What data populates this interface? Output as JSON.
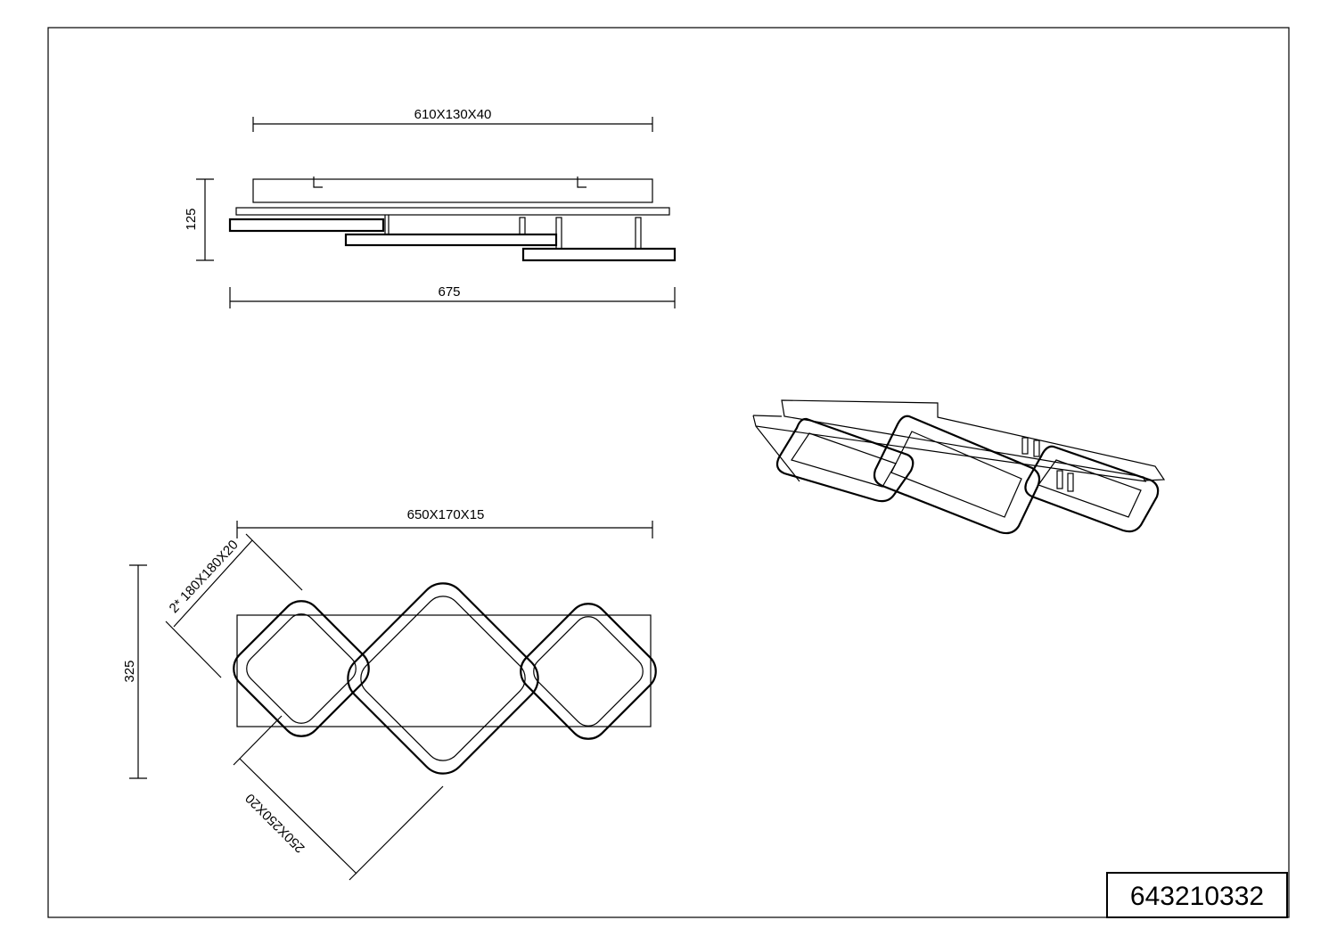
{
  "front_view": {
    "dim_top": "610X130X40",
    "dim_height": "125",
    "dim_bottom": "675"
  },
  "top_view": {
    "dim_top": "650X170X15",
    "dim_height": "325",
    "dim_small_frames": "2* 180X180X20",
    "dim_large_frame": "250X250X20"
  },
  "product_code": "643210332"
}
